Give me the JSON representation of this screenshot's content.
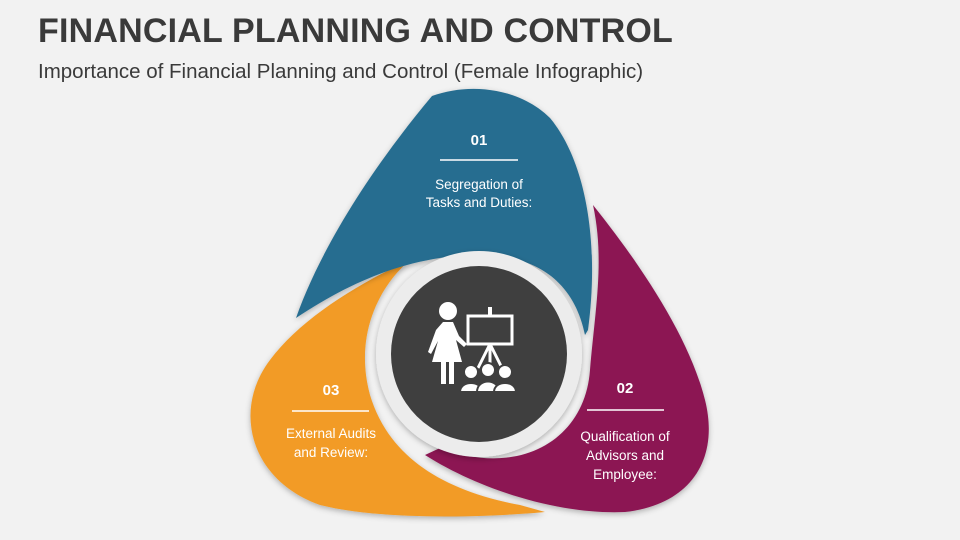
{
  "header": {
    "title": "FINANCIAL PLANNING AND CONTROL",
    "subtitle": "Importance of Financial Planning and Control (Female Infographic)"
  },
  "segments": [
    {
      "number": "01",
      "lines": [
        "Segregation of",
        "Tasks and Duties:"
      ],
      "color": "#266d90"
    },
    {
      "number": "02",
      "lines": [
        "Qualification of",
        "Advisors and",
        "Employee:"
      ],
      "color": "#8c1752"
    },
    {
      "number": "03",
      "lines": [
        "External Audits",
        "and Review:"
      ],
      "color": "#f29b26"
    }
  ],
  "center": {
    "icon": "female-presenter-audience-icon",
    "color": "#3f3f3f"
  }
}
